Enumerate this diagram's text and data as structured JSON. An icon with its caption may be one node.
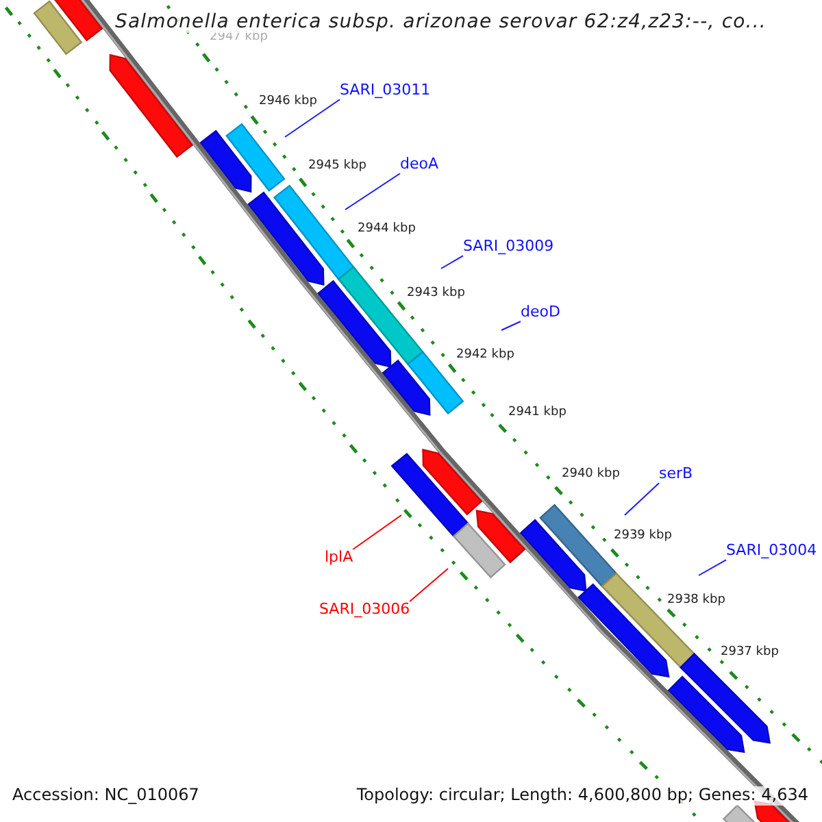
{
  "diagram": {
    "title": "Salmonella enterica subsp. arizonae serovar 62:z4,z23:--, co...",
    "nodes": [
      {
        "text": [
          "SARI_03011"
        ]
      },
      {
        "text": [
          "deoA"
        ]
      },
      {
        "text": [
          "SARI_03009"
        ]
      },
      {
        "text": [
          "deoD"
        ]
      },
      {
        "text": [
          "serB"
        ]
      },
      {
        "text": [
          "SARI_03004"
        ]
      },
      {
        "text": [
          "lplA"
        ]
      },
      {
        "text": [
          "SARI_03006"
        ]
      }
    ],
    "edges": [
      {
        "from": 0,
        "to": null,
        "arrow": "none"
      },
      {
        "from": 1,
        "to": null,
        "arrow": "none"
      },
      {
        "from": 2,
        "to": null,
        "arrow": "none"
      },
      {
        "from": 3,
        "to": null,
        "arrow": "none"
      },
      {
        "from": 4,
        "to": null,
        "arrow": "none"
      },
      {
        "from": 5,
        "to": null,
        "arrow": "none"
      },
      {
        "from": 6,
        "to": null,
        "arrow": "none",
        "color": "#ff0000"
      },
      {
        "from": 7,
        "to": null,
        "arrow": "none",
        "color": "#ff0000"
      }
    ],
    "labels": [
      "2947 kbp",
      "2946 kbp",
      "2945 kbp",
      "2944 kbp",
      "2943 kbp",
      "2942 kbp",
      "2941 kbp",
      "2940 kbp",
      "2939 kbp",
      "2938 kbp",
      "2937 kbp",
      "Accession: NC_010067",
      "Topology: circular; Length: 4,600,800 bp; Genes: 4,634"
    ]
  }
}
